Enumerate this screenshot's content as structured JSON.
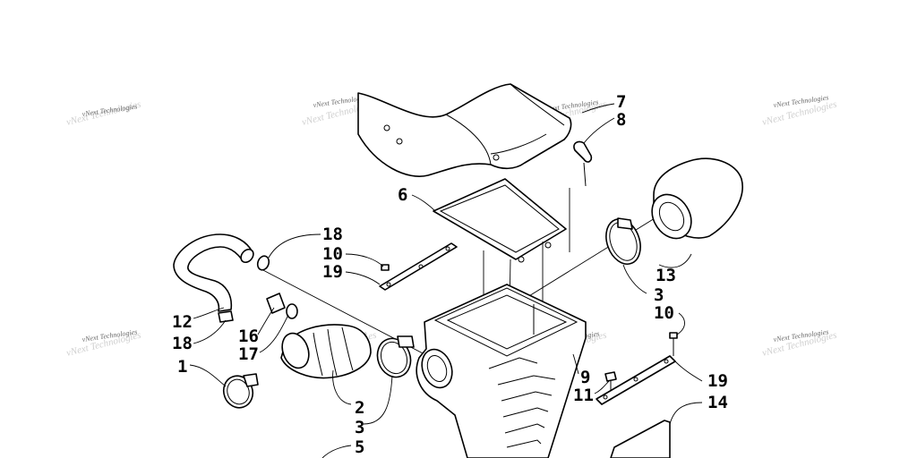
{
  "watermark": "vNext Technologies",
  "callouts": {
    "c7": "7",
    "c8": "8",
    "c6": "6",
    "c18a": "18",
    "c10a": "10",
    "c19a": "19",
    "c13": "13",
    "c3a": "3",
    "c10b": "10",
    "c12": "12",
    "c18b": "18",
    "c16": "16",
    "c17": "17",
    "c1": "1",
    "c9": "9",
    "c11": "11",
    "c19b": "19",
    "c14": "14",
    "c2": "2",
    "c3b": "3",
    "c5": "5"
  },
  "colors": {
    "line": "#000000",
    "watermark": "#6a6a6a",
    "background": "#ffffff"
  }
}
